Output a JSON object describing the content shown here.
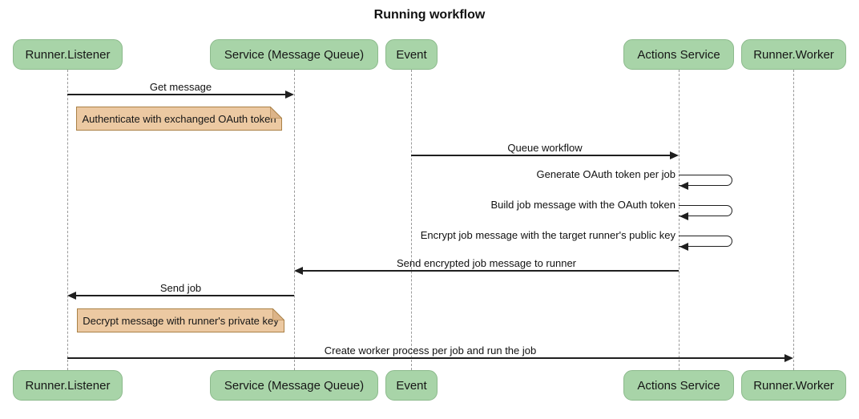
{
  "title": "Running workflow",
  "colors": {
    "background": "#ffffff",
    "actor_fill": "#a8d4a8",
    "actor_border": "#8cba8c",
    "note_fill": "#ecc9a2",
    "note_border": "#aa8146",
    "note_fold": "#dcb489",
    "line": "#1f1f1f",
    "lifeline": "#9a9a9a",
    "text": "#111111"
  },
  "actors": [
    {
      "id": "runner-listener",
      "label": "Runner.Listener"
    },
    {
      "id": "service-message-queue",
      "label": "Service (Message Queue)"
    },
    {
      "id": "event",
      "label": "Event"
    },
    {
      "id": "actions-service",
      "label": "Actions Service"
    },
    {
      "id": "runner-worker",
      "label": "Runner.Worker"
    }
  ],
  "messages": [
    {
      "text": "Get message",
      "from": "Runner.Listener",
      "to": "Service (Message Queue)",
      "kind": "arrow-right"
    },
    {
      "text": "Queue workflow",
      "from": "Event",
      "to": "Actions Service",
      "kind": "arrow-right"
    },
    {
      "text": "Generate OAuth token per job",
      "from": "Actions Service",
      "to": "Actions Service",
      "kind": "self"
    },
    {
      "text": "Build job message with the OAuth token",
      "from": "Actions Service",
      "to": "Actions Service",
      "kind": "self"
    },
    {
      "text": "Encrypt job message with the target runner's public key",
      "from": "Actions Service",
      "to": "Actions Service",
      "kind": "self"
    },
    {
      "text": "Send encrypted job message to runner",
      "from": "Actions Service",
      "to": "Service (Message Queue)",
      "kind": "arrow-left"
    },
    {
      "text": "Send job",
      "from": "Service (Message Queue)",
      "to": "Runner.Listener",
      "kind": "arrow-left"
    },
    {
      "text": "Create worker process per job and run the job",
      "from": "Runner.Listener",
      "to": "Runner.Worker",
      "kind": "arrow-right"
    }
  ],
  "notes": [
    {
      "text": "Authenticate with exchanged OAuth token",
      "anchor": "Runner.Listener"
    },
    {
      "text": "Decrypt message with runner's private key",
      "anchor": "Runner.Listener"
    }
  ]
}
